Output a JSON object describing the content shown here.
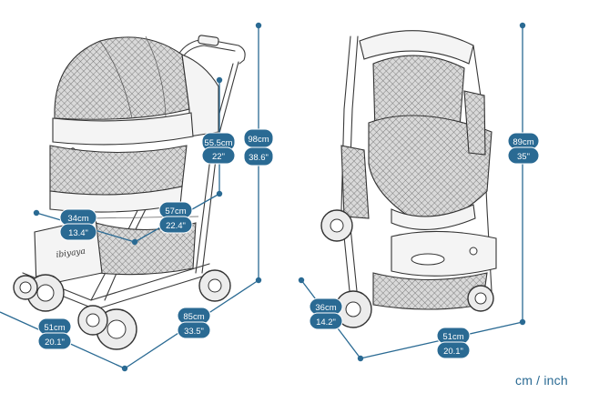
{
  "brand_label": "ibiyaya",
  "unit_caption": "cm / inch",
  "colors": {
    "accent": "#2a6a93",
    "badge_text": "#ffffff",
    "outline": "#333333"
  },
  "left_view": {
    "dimensions": [
      {
        "id": "overall-height",
        "cm": "98cm",
        "inch": "38.6\""
      },
      {
        "id": "handle-height",
        "cm": "55.5cm",
        "inch": "22\""
      },
      {
        "id": "cabin-length",
        "cm": "57cm",
        "inch": "22.4\""
      },
      {
        "id": "cabin-width",
        "cm": "34cm",
        "inch": "13.4\""
      },
      {
        "id": "base-length",
        "cm": "85cm",
        "inch": "33.5\""
      },
      {
        "id": "base-width",
        "cm": "51cm",
        "inch": "20.1\""
      }
    ]
  },
  "right_view": {
    "dimensions": [
      {
        "id": "folded-height",
        "cm": "89cm",
        "inch": "35\""
      },
      {
        "id": "folded-depth",
        "cm": "36cm",
        "inch": "14.2\""
      },
      {
        "id": "folded-width",
        "cm": "51cm",
        "inch": "20.1\""
      }
    ]
  }
}
